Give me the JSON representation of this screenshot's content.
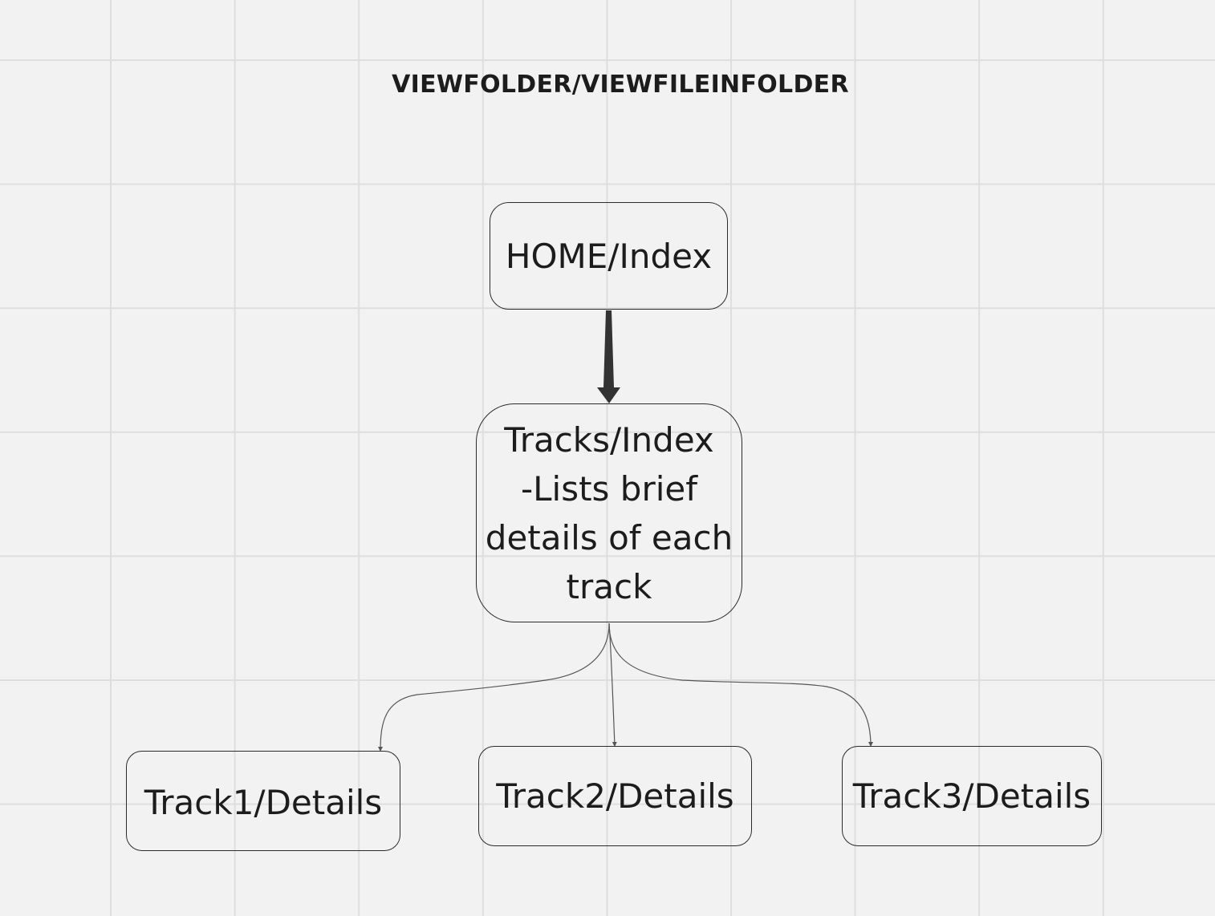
{
  "diagram": {
    "title": "VIEWFOLDER/VIEWFILEINFOLDER",
    "nodes": {
      "home": {
        "label": "HOME/Index"
      },
      "tracks": {
        "lines": [
          "Tracks/Index",
          "-Lists brief",
          "details of each",
          "track"
        ]
      },
      "track1": {
        "label": "Track1/Details"
      },
      "track2": {
        "label": "Track2/Details"
      },
      "track3": {
        "label": "Track3/Details"
      }
    },
    "edges": [
      {
        "from": "home",
        "to": "tracks",
        "style": "thick"
      },
      {
        "from": "tracks",
        "to": "track1",
        "style": "thin"
      },
      {
        "from": "tracks",
        "to": "track2",
        "style": "thin"
      },
      {
        "from": "tracks",
        "to": "track3",
        "style": "thin"
      }
    ],
    "colors": {
      "background": "#f2f2f2",
      "grid": "#dedede",
      "stroke": "#2b2b2b",
      "thick_arrow": "#333333",
      "thin_connector": "#555555"
    }
  }
}
